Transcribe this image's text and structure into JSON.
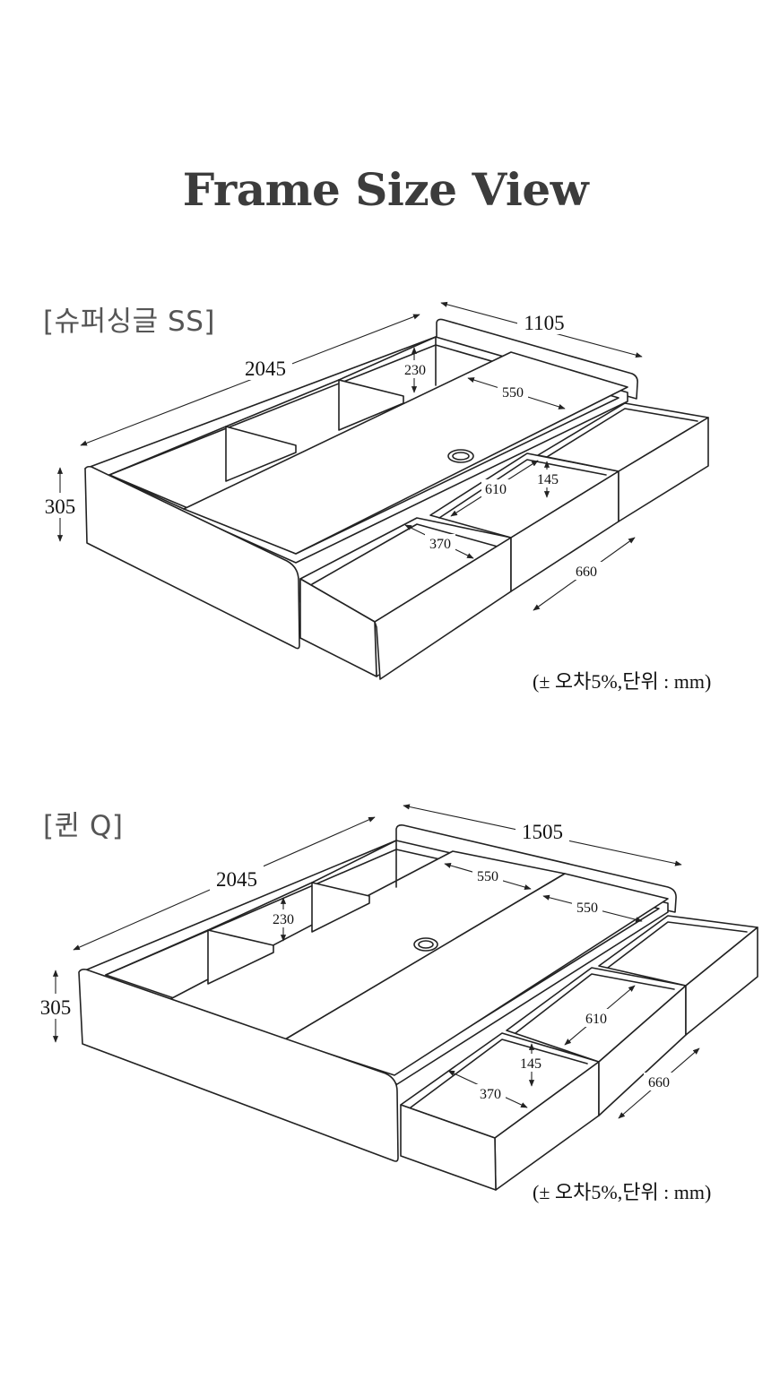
{
  "title": "Frame Size View",
  "super_single": {
    "label": "[슈퍼싱글 SS]",
    "dims": {
      "length": "2045",
      "width": "1105",
      "height": "305",
      "compartment_height": "230",
      "lid_width": "550",
      "drawer_inner_height": "145",
      "drawer_depth_inner": "610",
      "drawer_width": "370",
      "drawer_length": "660"
    },
    "note": "(± 오차5%,단위 : mm)"
  },
  "queen": {
    "label": "[퀸 Q]",
    "dims": {
      "length": "2045",
      "width": "1505",
      "height": "305",
      "compartment_height": "230",
      "lid_width_left": "550",
      "lid_width_right": "550",
      "drawer_inner_height": "145",
      "drawer_depth_inner": "610",
      "drawer_width": "370",
      "drawer_length": "660"
    },
    "note": "(± 오차5%,단위 : mm)"
  }
}
